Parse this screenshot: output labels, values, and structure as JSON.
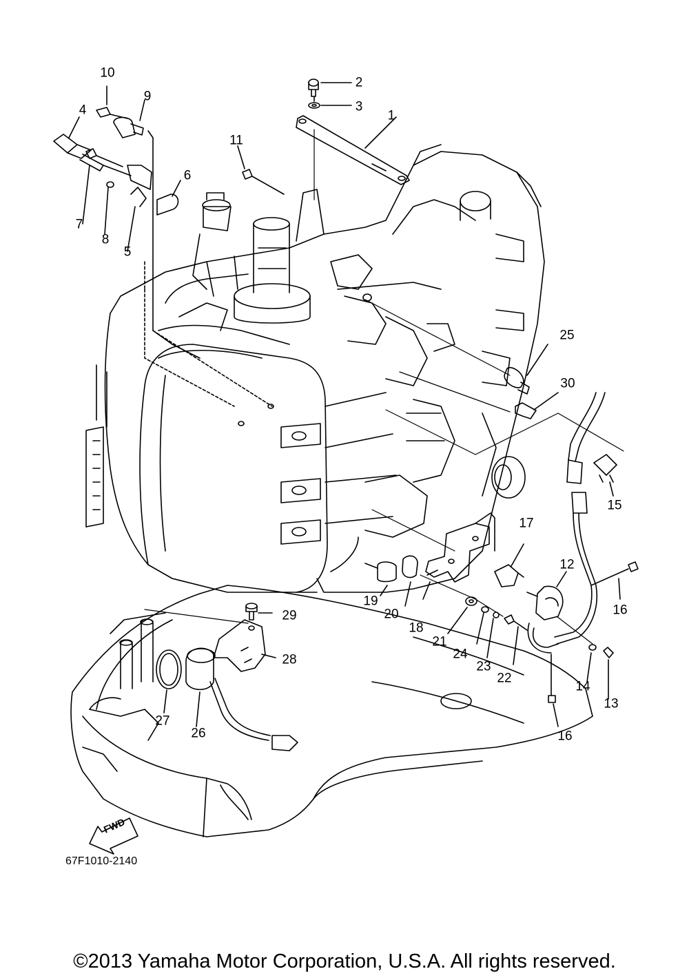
{
  "diagram": {
    "drawing_code": "67F1010-2140",
    "copyright": "©2013 Yamaha Motor Corporation, U.S.A. All rights reserved.",
    "fwd_label": "FWD",
    "callouts": [
      {
        "id": "1",
        "label": "1"
      },
      {
        "id": "2",
        "label": "2"
      },
      {
        "id": "3",
        "label": "3"
      },
      {
        "id": "4",
        "label": "4"
      },
      {
        "id": "5",
        "label": "5"
      },
      {
        "id": "6",
        "label": "6"
      },
      {
        "id": "7",
        "label": "7"
      },
      {
        "id": "8",
        "label": "8"
      },
      {
        "id": "9",
        "label": "9"
      },
      {
        "id": "10",
        "label": "10"
      },
      {
        "id": "11",
        "label": "11"
      },
      {
        "id": "12",
        "label": "12"
      },
      {
        "id": "13",
        "label": "13"
      },
      {
        "id": "14",
        "label": "14"
      },
      {
        "id": "15",
        "label": "15"
      },
      {
        "id": "16a",
        "label": "16"
      },
      {
        "id": "16b",
        "label": "16"
      },
      {
        "id": "17",
        "label": "17"
      },
      {
        "id": "18",
        "label": "18"
      },
      {
        "id": "19",
        "label": "19"
      },
      {
        "id": "20",
        "label": "20"
      },
      {
        "id": "21",
        "label": "21"
      },
      {
        "id": "22",
        "label": "22"
      },
      {
        "id": "23",
        "label": "23"
      },
      {
        "id": "24",
        "label": "24"
      },
      {
        "id": "25",
        "label": "25"
      },
      {
        "id": "26",
        "label": "26"
      },
      {
        "id": "27",
        "label": "27"
      },
      {
        "id": "28",
        "label": "28"
      },
      {
        "id": "29",
        "label": "29"
      },
      {
        "id": "30",
        "label": "30"
      }
    ]
  }
}
